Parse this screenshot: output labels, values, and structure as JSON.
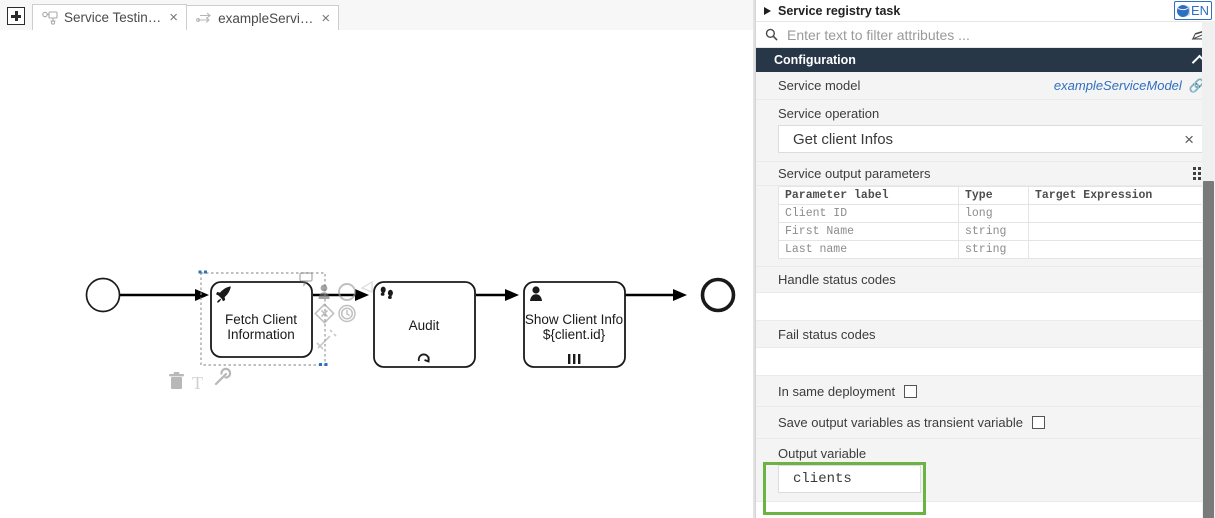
{
  "tabbar": {
    "new_tab_label": "+",
    "tabs": [
      {
        "label": "Service Testin…",
        "icon": "diagram-node-icon",
        "close": "×",
        "active": true
      },
      {
        "label": "exampleServi…",
        "icon": "process-arrow-icon",
        "close": "×",
        "active": false
      }
    ]
  },
  "diagram": {
    "start_event": {
      "name": "start-event"
    },
    "tasks": [
      {
        "id": "fetch",
        "label_line1": "Fetch Client",
        "label_line2": "Information",
        "icon": "rocket-icon",
        "selected": true
      },
      {
        "id": "audit",
        "label_line1": "Audit",
        "label_line2": "",
        "icon": "manual-task-footprints-icon",
        "marker": "loop-marker"
      },
      {
        "id": "show",
        "label_line1": "Show Client Info",
        "label_line2": "${client.id}",
        "icon": "user-task-icon",
        "marker": "parallel-multi-instance-marker"
      }
    ],
    "end_event": {
      "name": "end-event"
    },
    "context_pad": [
      "append-user-task-icon",
      "append-end-event-icon",
      "append-gateway-icon",
      "append-intermediate-event-icon",
      "connect-icon",
      "comment-icon"
    ],
    "edit_pad": [
      "delete-icon",
      "text-annotation-icon",
      "wrench-icon"
    ]
  },
  "panel": {
    "title": "Service registry task",
    "collapse_icon": "triangle-right-icon",
    "language": {
      "code": "EN",
      "icon": "globe-icon"
    },
    "filter": {
      "placeholder": "Enter text to filter attributes ...",
      "value": "",
      "icon": "search-icon",
      "right_icon": "clear-filter-icon"
    },
    "section": {
      "label": "Configuration",
      "chevron": "chevron-up-icon"
    },
    "service_model": {
      "label": "Service model",
      "value": "exampleServiceModel",
      "link_icon": "chain-link-icon"
    },
    "service_operation": {
      "label": "Service operation",
      "value": "Get client Infos",
      "clear_icon": "×"
    },
    "output_parameters": {
      "label": "Service output parameters",
      "grid_icon": "grid-icon",
      "columns": [
        "Parameter label",
        "Type",
        "Target Expression"
      ],
      "rows": [
        [
          "Client ID",
          "long",
          ""
        ],
        [
          "First Name",
          "string",
          ""
        ],
        [
          "Last name",
          "string",
          ""
        ]
      ]
    },
    "handle_status_codes": {
      "label": "Handle status codes",
      "value": ""
    },
    "fail_status_codes": {
      "label": "Fail status codes",
      "value": ""
    },
    "in_same_deployment": {
      "label": "In same deployment",
      "checked": false
    },
    "save_transient": {
      "label": "Save output variables as transient variable",
      "checked": false
    },
    "output_variable": {
      "label": "Output variable",
      "value": "clients",
      "highlight_color": "#6cb344"
    }
  },
  "colors": {
    "section_header_bg": "#283748",
    "link": "#2f6fc0",
    "highlight": "#6cb344",
    "row_alt_bg": "#f4f4f4"
  }
}
